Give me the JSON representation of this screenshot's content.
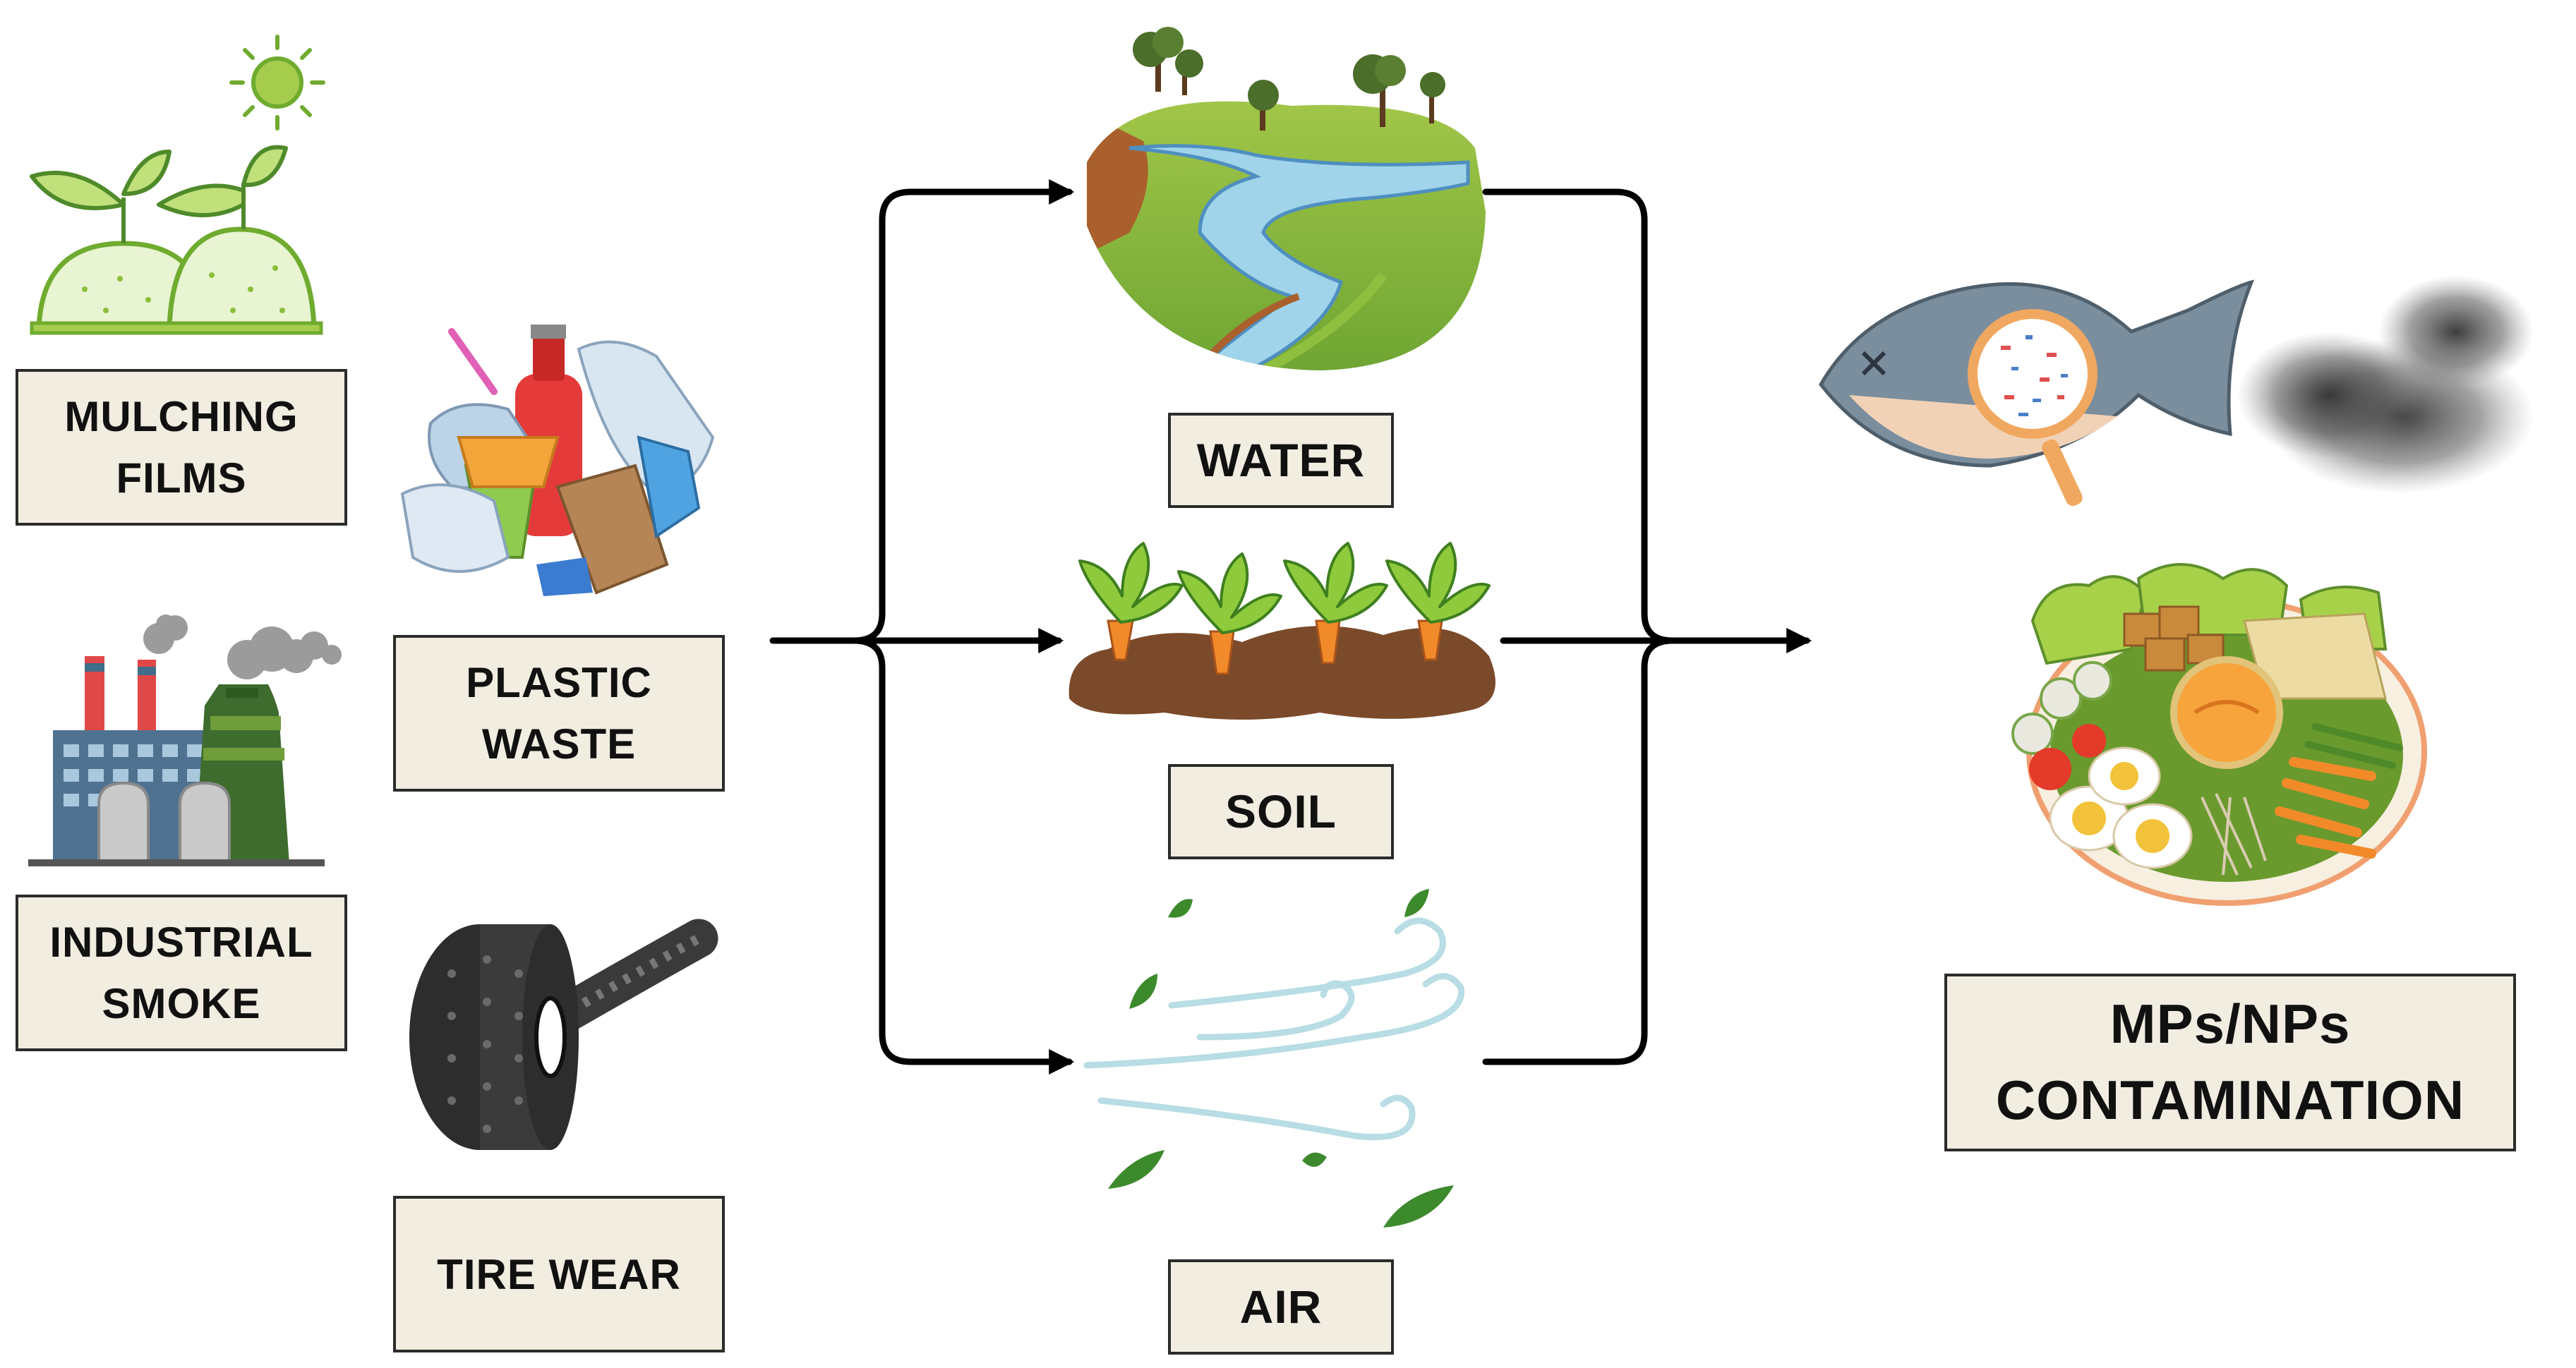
{
  "sources": [
    {
      "id": "mulching",
      "lines": [
        "MULCHING",
        "FILMS"
      ],
      "icon": "mulching-film-icon"
    },
    {
      "id": "industrial",
      "lines": [
        "INDUSTRIAL",
        "SMOKE"
      ],
      "icon": "factory-smoke-icon"
    },
    {
      "id": "plastic",
      "lines": [
        "PLASTIC",
        "WASTE"
      ],
      "icon": "plastic-waste-icon"
    },
    {
      "id": "tire",
      "lines": [
        "TIRE WEAR"
      ],
      "icon": "tire-icon"
    }
  ],
  "pathways": [
    {
      "id": "water",
      "label": "WATER",
      "icon": "river-landscape-icon"
    },
    {
      "id": "soil",
      "label": "SOIL",
      "icon": "carrot-soil-icon"
    },
    {
      "id": "air",
      "label": "AIR",
      "icon": "wind-leaves-icon"
    }
  ],
  "outcome": {
    "lines": [
      "MPs/NPs",
      "CONTAMINATION"
    ],
    "icons": [
      "fish-magnifier-icon",
      "dust-cloud-icon",
      "food-plate-icon"
    ]
  },
  "colors": {
    "box_fill": "#f1ede1",
    "box_border": "#2b2b2b",
    "arrow": "#000000"
  }
}
